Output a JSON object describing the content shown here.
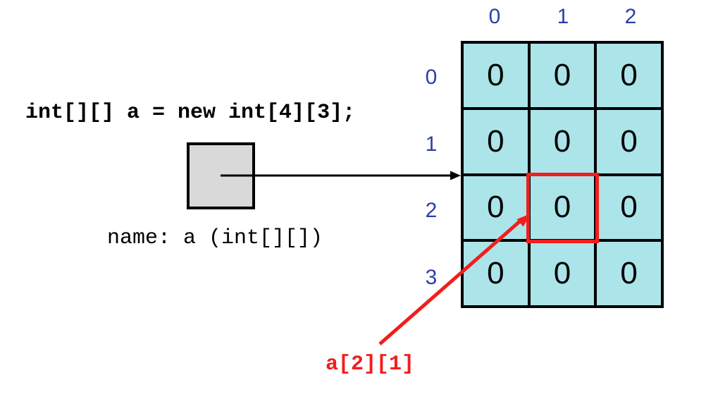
{
  "colors": {
    "background": "#ffffff",
    "cell_fill": "#abe4e9",
    "grid_line": "#000000",
    "reference_box_fill": "#d9d9d9",
    "index_label": "#2d3eab",
    "highlight": "#f21d1d",
    "text": "#000000"
  },
  "declaration": {
    "code": "int[][] a = new int[4][3];"
  },
  "reference": {
    "name_label": "name: a (int[][])"
  },
  "grid": {
    "col_indices": [
      "0",
      "1",
      "2"
    ],
    "row_indices": [
      "0",
      "1",
      "2",
      "3"
    ],
    "cells": [
      [
        "0",
        "0",
        "0"
      ],
      [
        "0",
        "0",
        "0"
      ],
      [
        "0",
        "0",
        "0"
      ],
      [
        "0",
        "0",
        "0"
      ]
    ],
    "highlight": {
      "row_index": "2",
      "col_index": "1",
      "label": "a[2][1]"
    }
  }
}
